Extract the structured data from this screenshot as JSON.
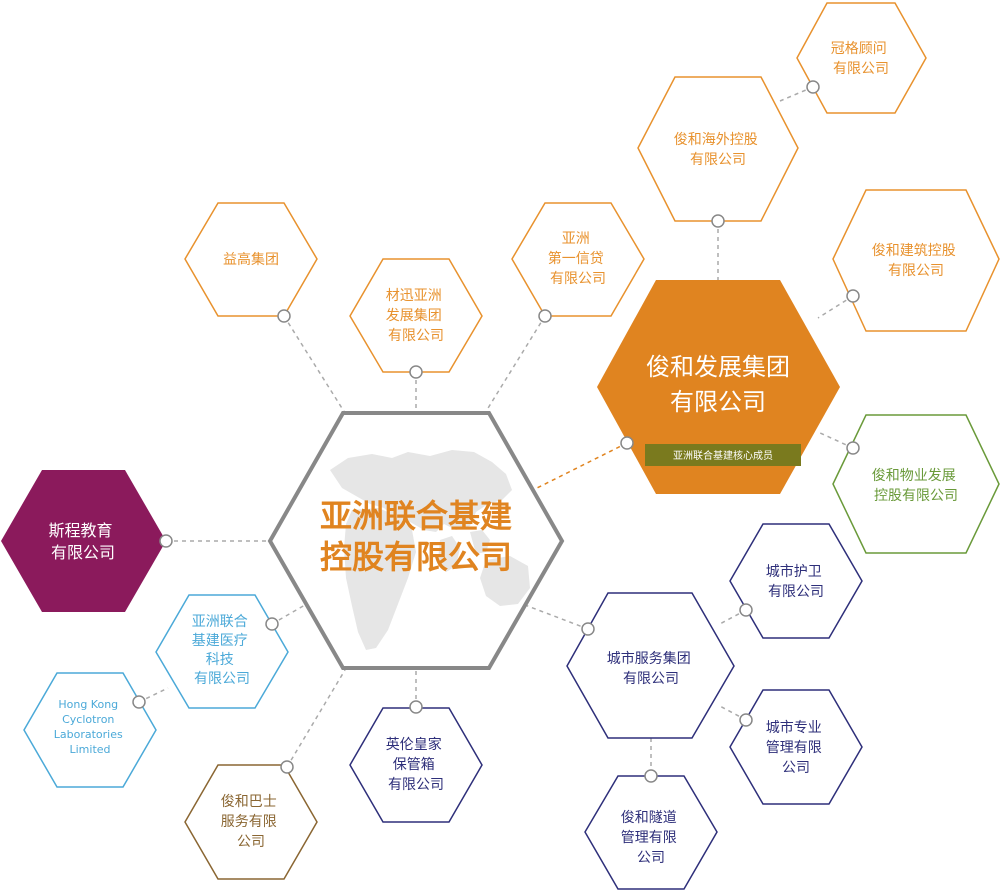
{
  "colors": {
    "orange": "#E8922E",
    "orange_fill": "#E08420",
    "olive": "#7A7A1E",
    "purple": "#8B1A5C",
    "navy": "#2E2F7A",
    "cyan": "#4BA9D8",
    "brown": "#8A6632",
    "green": "#6A9A3A",
    "gray": "#888888",
    "dash": "#AAAAAA"
  },
  "center": {
    "line1": "亚洲联合基建",
    "line2": "控股有限公司"
  },
  "junhe": {
    "line1": "俊和发展集团",
    "line2": "有限公司",
    "badge": "亚洲联合基建核心成员"
  },
  "nodes": {
    "yigao": [
      "益高集团"
    ],
    "caixun": [
      "材迅亚洲",
      "发展集团",
      "有限公司"
    ],
    "yazhou_xindai": [
      "亚洲",
      "第一信贷",
      "有限公司"
    ],
    "sicheng": [
      "斯程教育",
      "有限公司"
    ],
    "yiliao": [
      "亚洲联合",
      "基建医疗",
      "科技",
      "有限公司"
    ],
    "cyclotron": [
      "Hong Kong",
      "Cyclotron",
      "Laboratories",
      "Limited"
    ],
    "bashi": [
      "俊和巴士",
      "服务有限",
      "公司"
    ],
    "baoguanxiang": [
      "英伦皇家",
      "保管箱",
      "有限公司"
    ],
    "chengshi_fuwu": [
      "城市服务集团",
      "有限公司"
    ],
    "suidao": [
      "俊和隧道",
      "管理有限",
      "公司"
    ],
    "chengshi_zhuanye": [
      "城市专业",
      "管理有限",
      "公司"
    ],
    "huwei": [
      "城市护卫",
      "有限公司"
    ],
    "wuye": [
      "俊和物业发展",
      "控股有限公司"
    ],
    "jianzhu": [
      "俊和建筑控股",
      "有限公司"
    ],
    "haiwai": [
      "俊和海外控股",
      "有限公司"
    ],
    "guange": [
      "冠格顾问",
      "有限公司"
    ]
  }
}
